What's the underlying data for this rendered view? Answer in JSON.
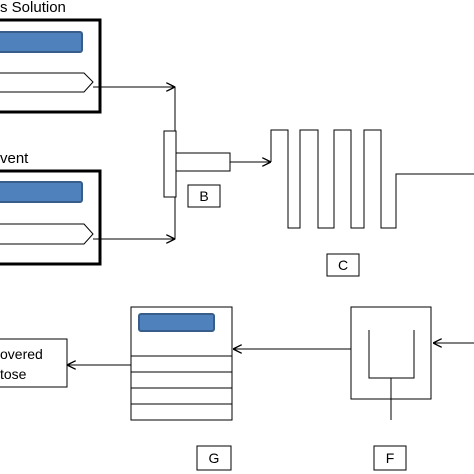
{
  "diagram": {
    "labels": {
      "top_syringe_label": "s Solution",
      "bottom_syringe_label": "vent",
      "product_line1": "overed",
      "product_line2": "tose"
    },
    "boxes": {
      "b": "B",
      "c": "C",
      "f": "F",
      "g": "G"
    },
    "colors": {
      "line": "#000000",
      "screen_fill": "#4f81bd",
      "screen_border": "#385d8a",
      "background": "#ffffff"
    }
  }
}
